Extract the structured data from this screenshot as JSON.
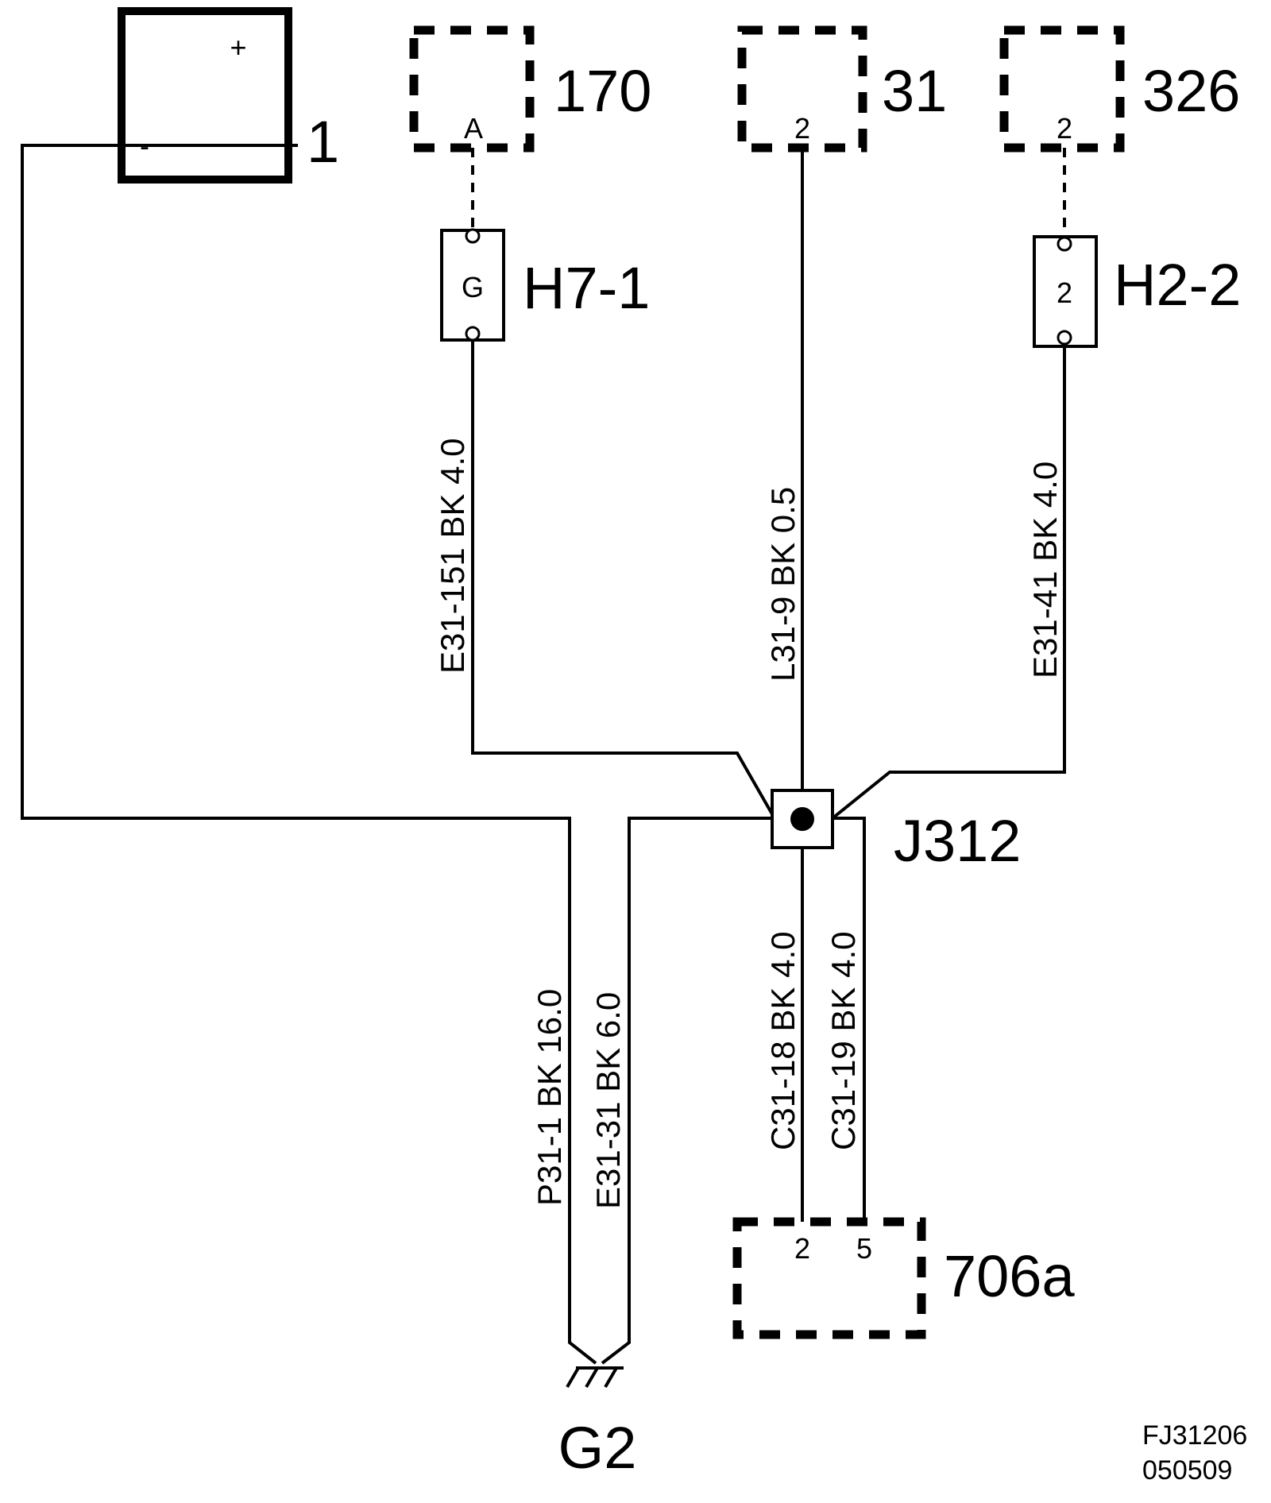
{
  "components": {
    "battery": {
      "label": "1",
      "plus": "+",
      "minus": "-"
    },
    "c170": {
      "label": "170",
      "pin": "A"
    },
    "c31": {
      "label": "31",
      "pin": "2"
    },
    "c326": {
      "label": "326",
      "pin": "2"
    },
    "h71": {
      "label": "H7-1",
      "pin": "G"
    },
    "h22": {
      "label": "H2-2",
      "pin": "2"
    },
    "j312": {
      "label": "J312"
    },
    "c706a": {
      "label": "706a",
      "pin_left": "2",
      "pin_right": "5"
    },
    "ground": {
      "label": "G2"
    }
  },
  "wires": {
    "e31_151": "E31-151  BK  4.0",
    "l31_9": "L31-9  BK  0.5",
    "e31_41": "E31-41  BK  4.0",
    "p31_1": "P31-1  BK  16.0",
    "e31_31": "E31-31  BK  6.0",
    "c31_18": "C31-18  BK  4.0",
    "c31_19": "C31-19  BK  4.0"
  },
  "footer": {
    "code1": "FJ31206",
    "code2": "050509"
  }
}
